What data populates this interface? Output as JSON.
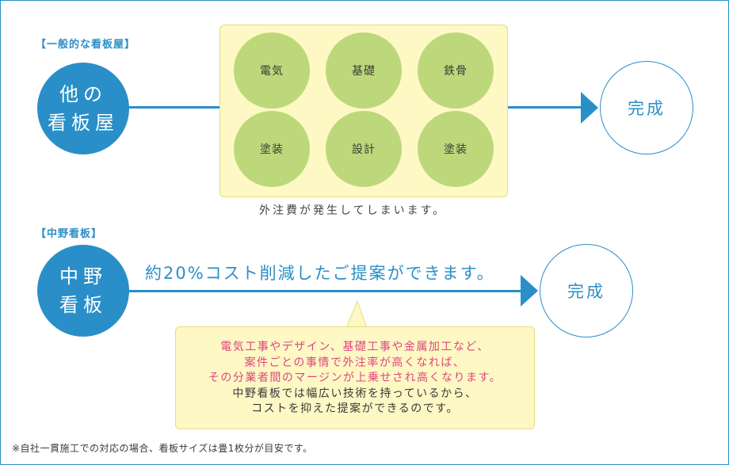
{
  "section1": {
    "label": "【一般的な看板屋】",
    "source_circle": [
      "他の",
      "看板屋"
    ],
    "trades": [
      "電気",
      "基礎",
      "鉄骨",
      "塗装",
      "設計",
      "塗装"
    ],
    "caption": "外注費が発生してしまいます。",
    "result": "完成"
  },
  "section2": {
    "label": "【中野看板】",
    "source_circle": [
      "中野",
      "看板"
    ],
    "headline": "約20%コスト削減したご提案ができます。",
    "result": "完成",
    "callout_pink": [
      "電気工事やデザイン、基礎工事や金属加工など、",
      "案件ごとの事情で外注率が高くなれば、",
      "その分業者間のマージンが上乗せされ高くなります。"
    ],
    "callout_dark": [
      "中野看板では幅広い技術を持っているから、",
      "コストを抑えた提案ができるのです。"
    ]
  },
  "footnote": "※自社一貫施工での対応の場合、看板サイズは畳1枚分が目安です。",
  "colors": {
    "accent_blue": "#2a8fc8",
    "box_yellow": "#fdf8c4",
    "trade_green": "#bdd87a",
    "highlight_pink": "#e0457f"
  }
}
